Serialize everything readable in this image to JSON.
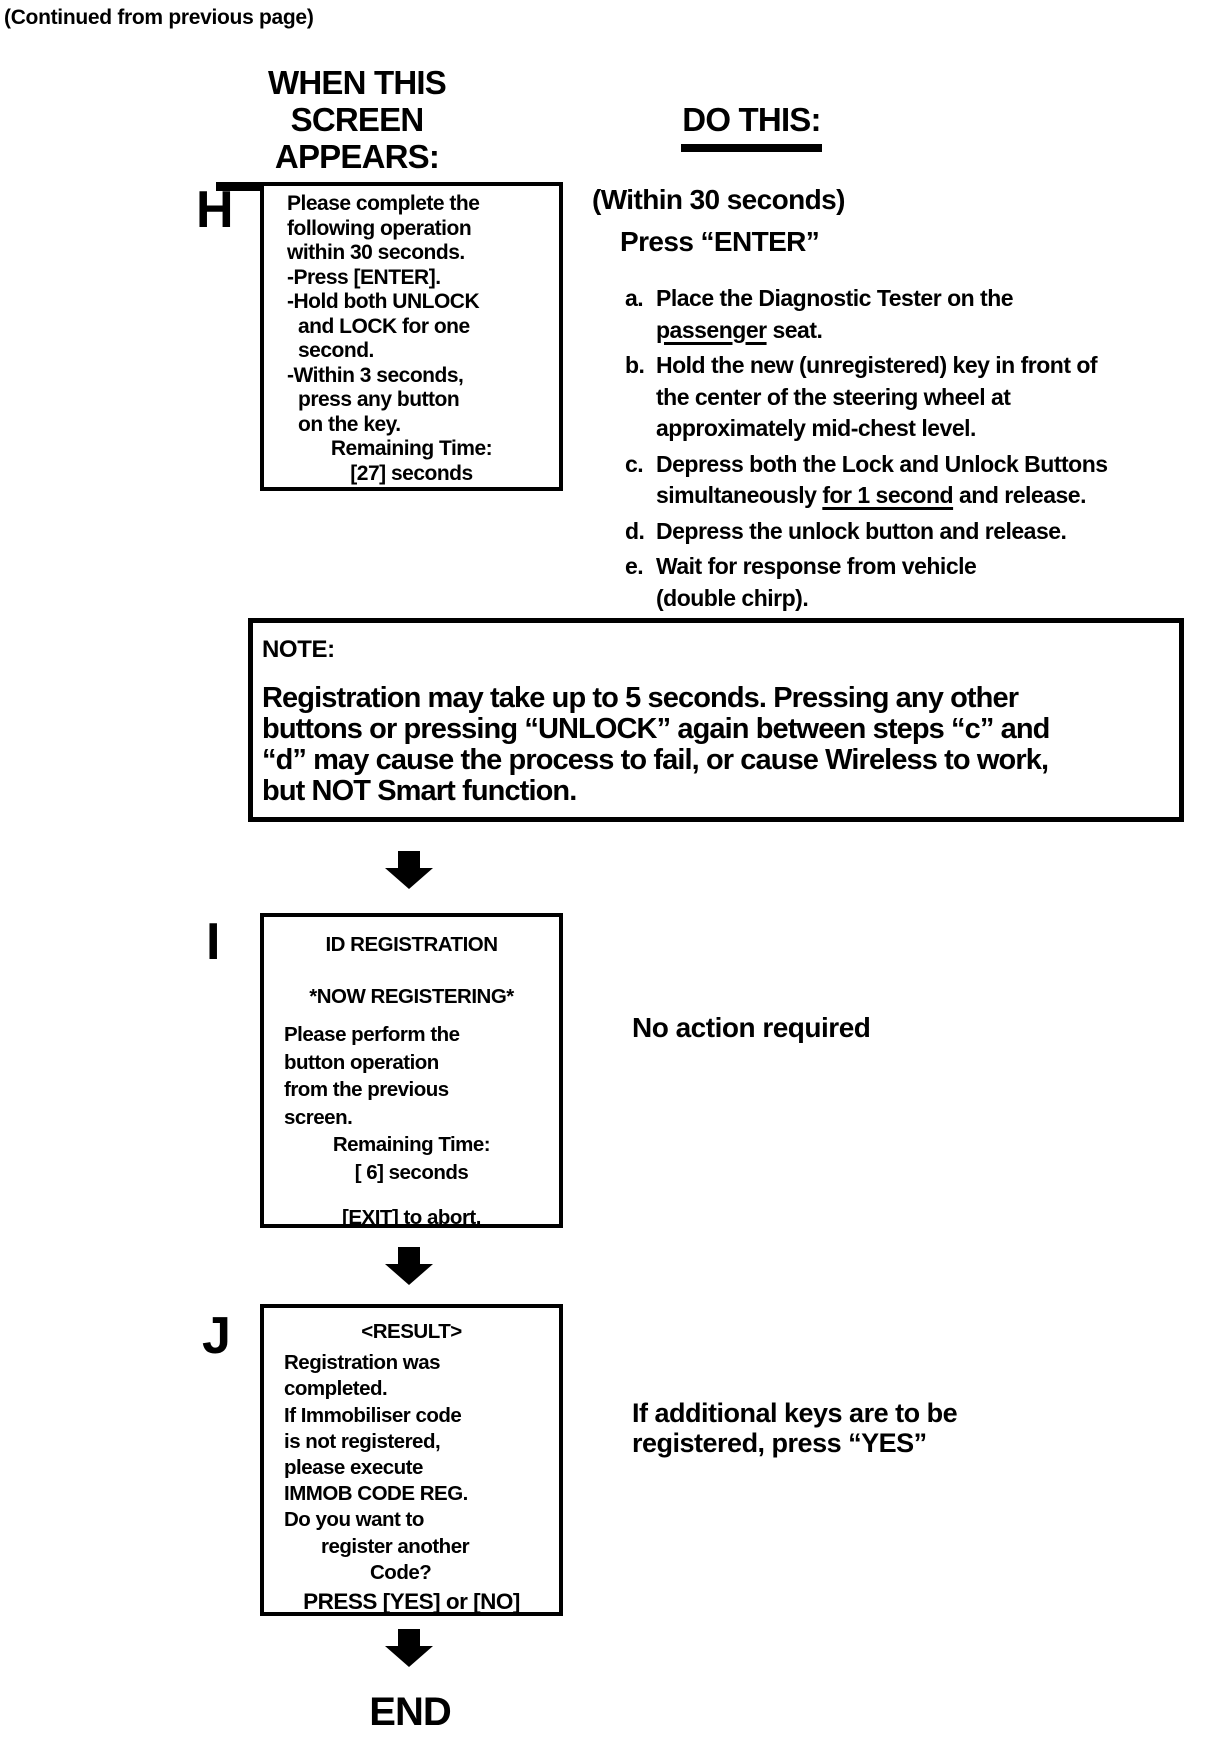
{
  "page": {
    "continued": "(Continued from previous page)",
    "end_label": "END"
  },
  "colors": {
    "ink": "#000000",
    "paper": "#ffffff"
  },
  "headers": {
    "left_line1": "WHEN THIS",
    "left_line2": "SCREEN APPEARS:",
    "right": "DO THIS:"
  },
  "screens": {
    "h": {
      "label": "H",
      "lines_left": [
        "Please complete the",
        "following operation",
        "within 30 seconds.",
        "-Press [ENTER].",
        "-Hold both UNLOCK",
        "and LOCK for one",
        "second.",
        "-Within 3 seconds,",
        "press any button",
        "on the key."
      ],
      "lines_center": [
        "Remaining Time:",
        "[27] seconds"
      ]
    },
    "i": {
      "label": "I",
      "title": "ID REGISTRATION",
      "subtitle": "*NOW REGISTERING*",
      "para": [
        "Please perform the",
        "button operation",
        "from the previous",
        "screen."
      ],
      "remaining_label": "Remaining Time:",
      "remaining_value": "[ 6] seconds",
      "exit_line": "[EXIT] to abort."
    },
    "j": {
      "label": "J",
      "title": "<RESULT>",
      "para": [
        "Registration was",
        "completed.",
        "If Immobiliser code",
        "is not registered,",
        "please execute",
        "IMMOB CODE REG.",
        "Do you want to",
        "register another",
        "Code?"
      ],
      "press_line": "PRESS [YES] or [NO]"
    }
  },
  "do_this": {
    "within": "(Within 30 seconds)",
    "press_enter": "Press “ENTER”",
    "steps": [
      {
        "marker": "a.",
        "lines": [
          {
            "pre": "Place the Diagnostic Tester on the"
          },
          {
            "u": "passenger",
            "post": " seat."
          }
        ]
      },
      {
        "marker": "b.",
        "lines": [
          {
            "pre": "Hold the new (unregistered) key in front of"
          },
          {
            "pre": "the center of the steering wheel at"
          },
          {
            "pre": "approximately mid-chest level."
          }
        ]
      },
      {
        "marker": "c.",
        "lines": [
          {
            "pre": "Depress both the Lock and Unlock Buttons"
          },
          {
            "pre": "simultaneously ",
            "u": "for 1 second",
            "post": " and release."
          }
        ]
      },
      {
        "marker": "d.",
        "lines": [
          {
            "pre": "Depress the unlock button and release."
          }
        ]
      },
      {
        "marker": "e.",
        "lines": [
          {
            "pre": "Wait for response from vehicle"
          },
          {
            "pre": "(double chirp)."
          }
        ]
      }
    ]
  },
  "note": {
    "title": "NOTE:",
    "lines": [
      "Registration may take up to 5 seconds. Pressing any other",
      "buttons or pressing “UNLOCK” again between steps “c” and",
      "“d” may cause the process to fail, or cause Wireless to work,",
      "but NOT Smart function."
    ]
  },
  "actions": {
    "i_action": "No action required",
    "j_action_line1": "If additional keys are to be",
    "j_action_line2": "registered, press “YES”"
  }
}
